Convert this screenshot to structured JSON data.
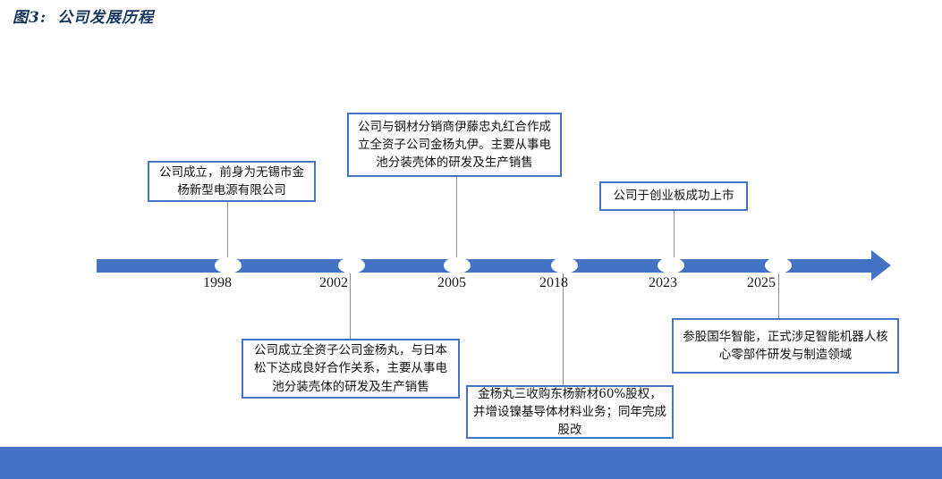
{
  "header": {
    "figure_label": "图3:",
    "figure_title": "公司发展历程"
  },
  "colors": {
    "accent_blue": "#4472C4",
    "title_navy": "#17365D",
    "connector_gray": "#8c8c8c"
  },
  "timeline": {
    "type": "horizontal-arrow-timeline",
    "events": [
      {
        "year": "1998",
        "position": "above",
        "text": "公司成立，前身为无锡市金杨新型电源有限公司"
      },
      {
        "year": "2002",
        "position": "below",
        "text": "公司成立全资子公司金杨丸，与日本松下达成良好合作关系，主要从事电池分装壳体的研发及生产销售"
      },
      {
        "year": "2005",
        "position": "above",
        "text": "公司与钢材分销商伊藤忠丸红合作成立全资子公司金杨丸伊。主要从事电池分装壳体的研发及生产销售"
      },
      {
        "year": "2018",
        "position": "below",
        "text": "金杨丸三收购东杨新材60%股权，并增设镍基导体材料业务；同年完成股改"
      },
      {
        "year": "2023",
        "position": "above",
        "text": "公司于创业板成功上市"
      },
      {
        "year": "2025",
        "position": "below",
        "text": "参股国华智能，正式涉足智能机器人核心零部件研发与制造领域"
      }
    ]
  }
}
